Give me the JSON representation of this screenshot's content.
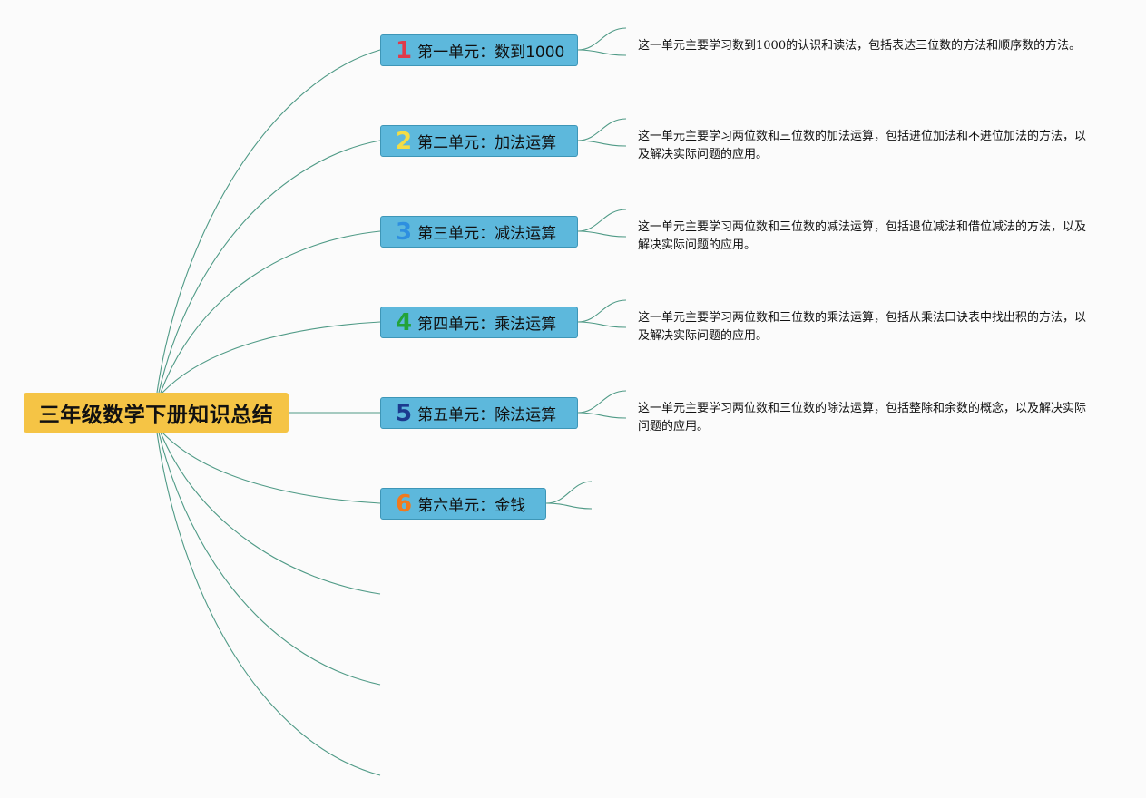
{
  "root": {
    "title": "三年级数学下册知识总结",
    "color": "#f5c445"
  },
  "units": [
    {
      "num": "1",
      "num_color": "#e03a4b",
      "title": "第一单元：数到1000",
      "description": "这一单元主要学习数到1000的认识和读法，包括表达三位数的方法和顺序数的方法。"
    },
    {
      "num": "2",
      "num_color": "#f2dd45",
      "title": "第二单元：加法运算",
      "description": "这一单元主要学习两位数和三位数的加法运算，包括进位加法和不进位加法的方法，以及解决实际问题的应用。"
    },
    {
      "num": "3",
      "num_color": "#2e8fe0",
      "title": "第三单元：减法运算",
      "description": "这一单元主要学习两位数和三位数的减法运算，包括退位减法和借位减法的方法，以及解决实际问题的应用。"
    },
    {
      "num": "4",
      "num_color": "#23a33a",
      "title": "第四单元：乘法运算",
      "description": "这一单元主要学习两位数和三位数的乘法运算，包括从乘法口诀表中找出积的方法，以及解决实际问题的应用。"
    },
    {
      "num": "5",
      "num_color": "#1c3a8f",
      "title": "第五单元：除法运算",
      "description": "这一单元主要学习两位数和三位数的除法运算，包括整除和余数的概念，以及解决实际问题的应用。"
    },
    {
      "num": "6",
      "num_color": "#f07a1e",
      "title": "第六单元：金钱",
      "description": ""
    }
  ],
  "connector_color": "#4f9a86",
  "unit_color": "#5db8dc"
}
